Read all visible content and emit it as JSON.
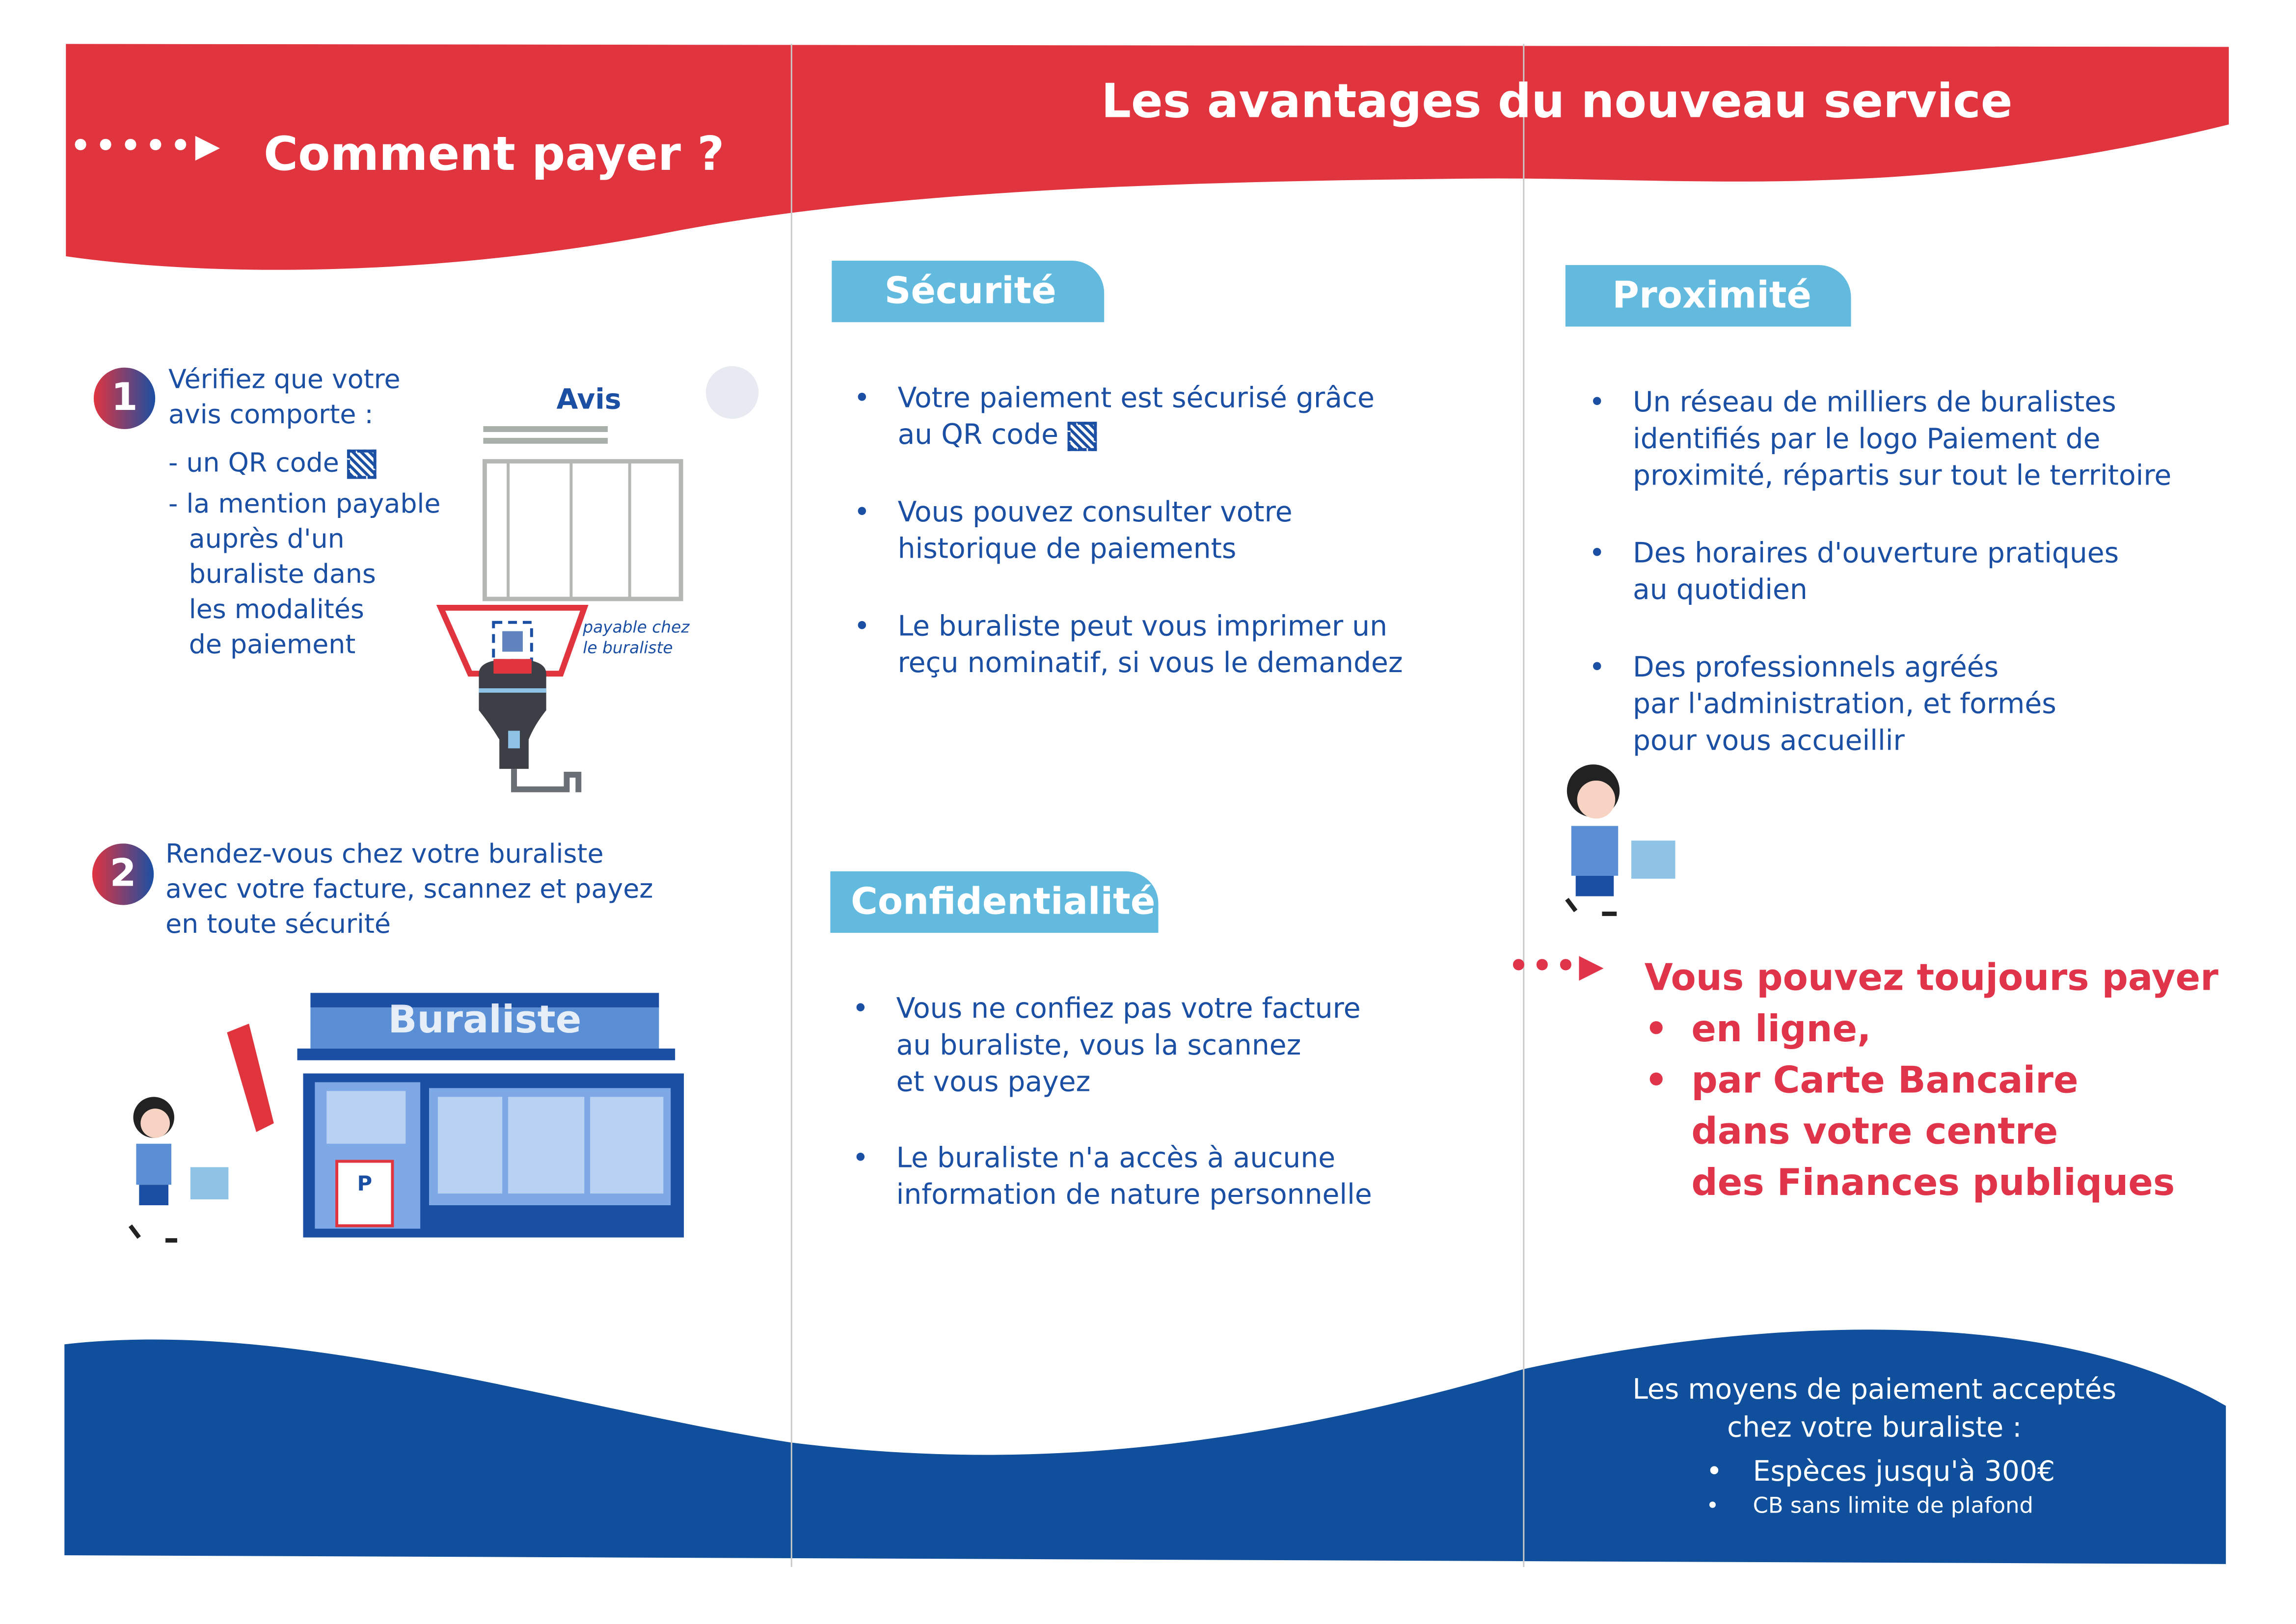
{
  "header": {
    "left_title": "Comment payer ?",
    "right_title": "Les avantages du nouveau service"
  },
  "steps": [
    {
      "number": "1",
      "intro": [
        "Vérifiez que votre",
        "avis comporte :"
      ],
      "items": [
        "- un QR code",
        "- la mention payable"
      ],
      "continuation": [
        "auprès d'un",
        "buraliste dans",
        "les modalités",
        "de paiement"
      ]
    },
    {
      "number": "2",
      "text": [
        "Rendez-vous chez votre buraliste",
        "avec votre facture, scannez et payez",
        "en toute sécurité"
      ]
    }
  ],
  "illustration": {
    "avis_label": "Avis",
    "payable_note": [
      "payable chez",
      "le buraliste"
    ],
    "shop_sign": "Buraliste"
  },
  "securite": {
    "title": "Sécurité",
    "bullets": [
      [
        "Votre paiement est sécurisé grâce",
        "au QR code"
      ],
      [
        "Vous pouvez consulter votre",
        "historique de paiements"
      ],
      [
        "Le buraliste peut vous imprimer un",
        "reçu nominatif, si vous le demandez"
      ]
    ]
  },
  "confidentialite": {
    "title": "Confidentialité",
    "bullets": [
      [
        "Vous ne confiez pas votre facture",
        "au buraliste, vous la scannez",
        "et vous payez"
      ],
      [
        "Le buraliste n'a accès à aucune",
        "information de nature personnelle"
      ]
    ]
  },
  "proximite": {
    "title": "Proximité",
    "bullets": [
      [
        "Un réseau de milliers de buralistes",
        "identifiés par le logo Paiement de",
        "proximité, répartis sur tout le territoire"
      ],
      [
        "Des horaires d'ouverture pratiques",
        "au quotidien"
      ],
      [
        "Des professionnels agréés",
        "par l'administration, et formés",
        "pour vous accueillir"
      ]
    ]
  },
  "always_pay": {
    "title": "Vous pouvez toujours payer",
    "items": [
      "en ligne,",
      "par Carte Bancaire"
    ],
    "continuation": [
      "dans votre centre",
      "des Finances publiques"
    ]
  },
  "footer": {
    "title": [
      "Les moyens de paiement acceptés",
      "chez votre buraliste :"
    ],
    "items": [
      "Espèces jusqu'à 300€",
      "CB sans limite de plafond"
    ]
  },
  "colors": {
    "red": "#e0343f",
    "blue": "#0f4f9c",
    "light_blue": "#62badf",
    "text_blue": "#1b4fa3"
  }
}
